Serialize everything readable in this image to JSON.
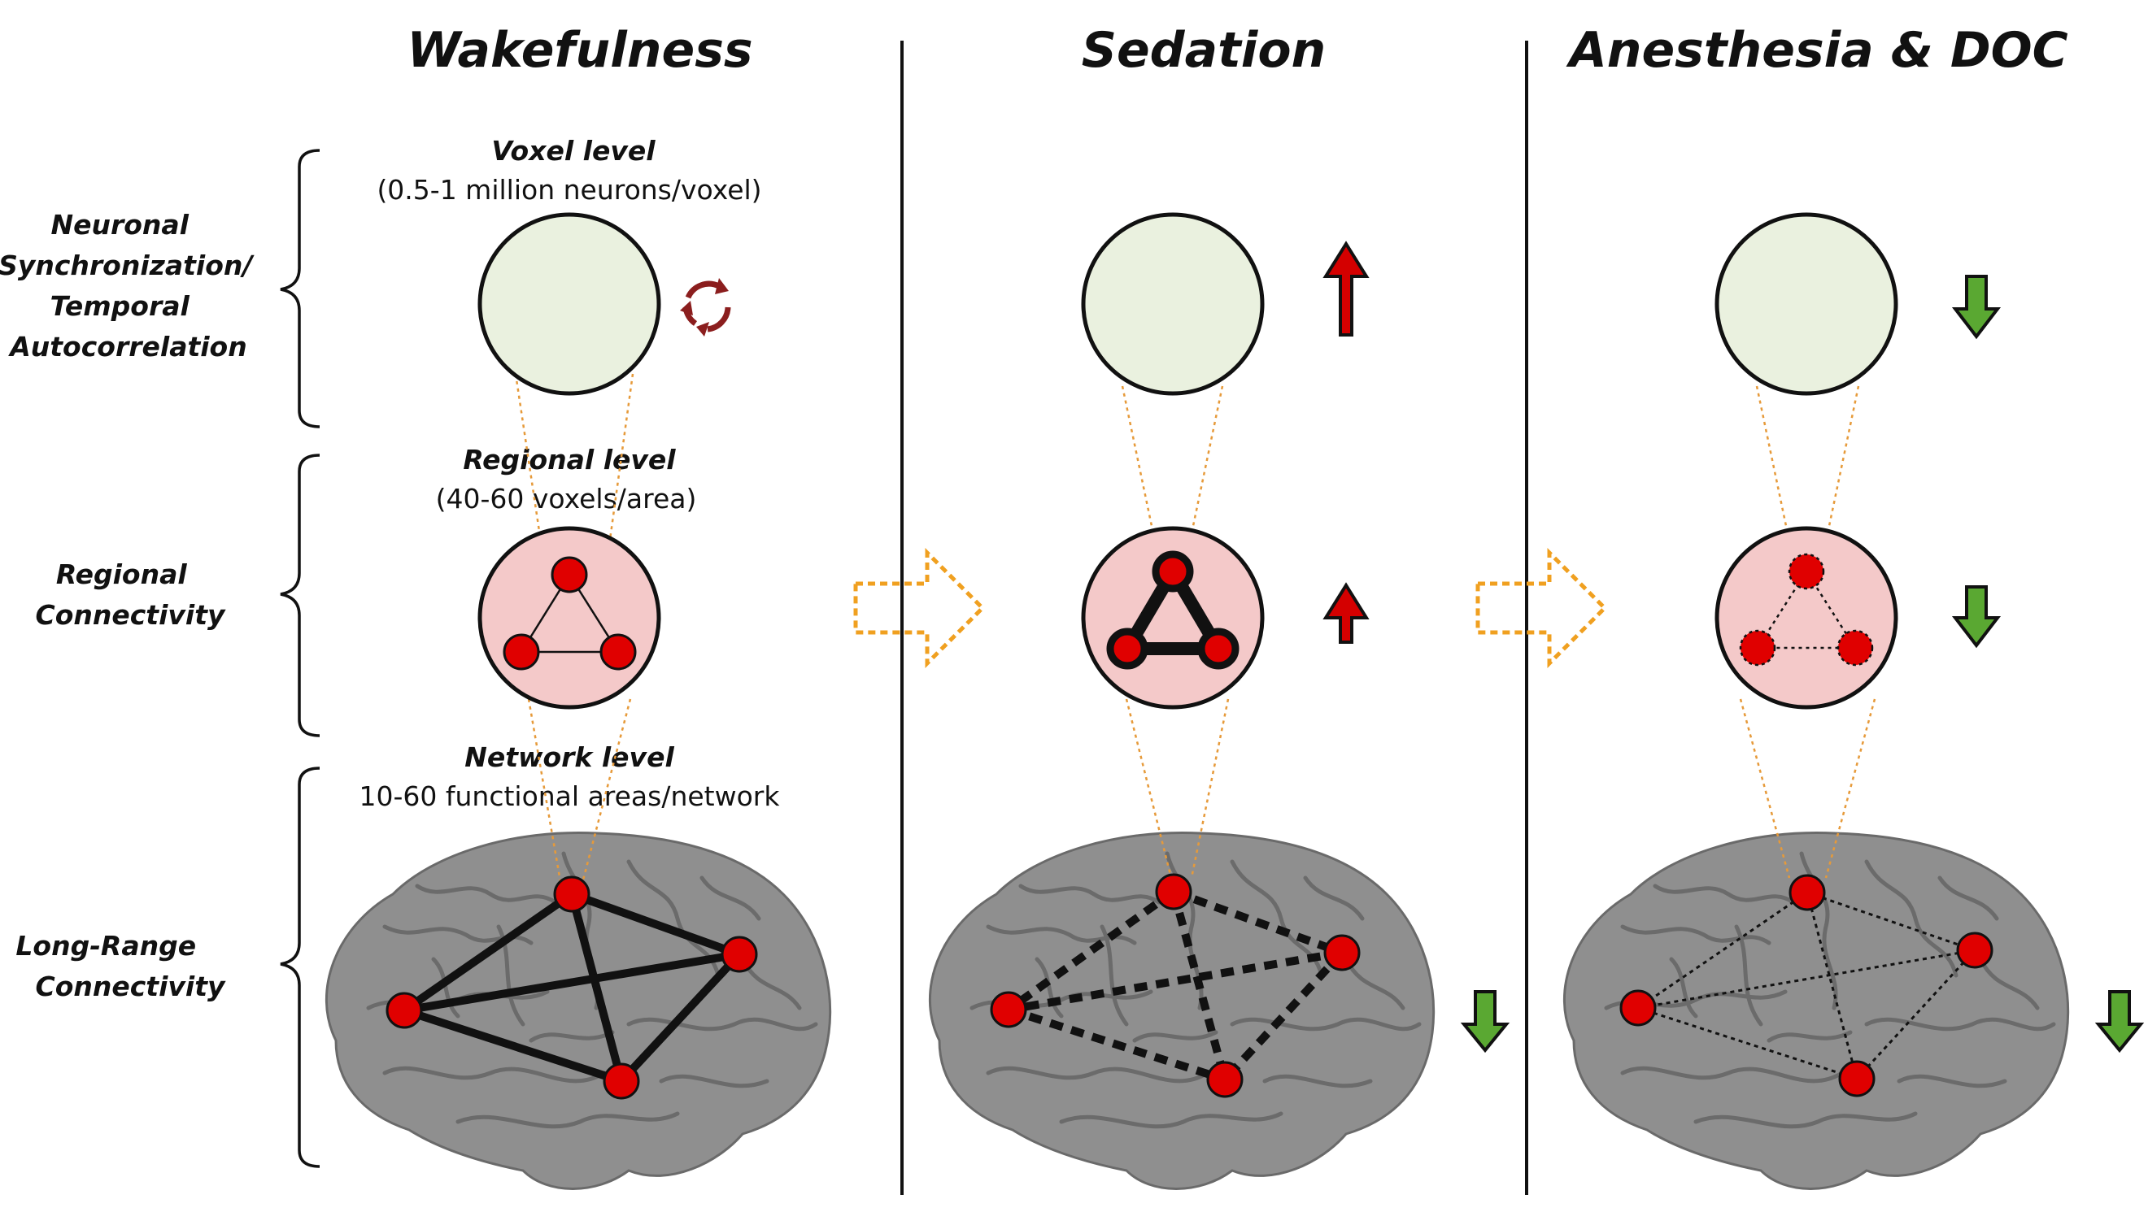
{
  "columns": [
    {
      "title": "Wakefulness"
    },
    {
      "title": "Sedation"
    },
    {
      "title": "Anesthesia & DOC"
    }
  ],
  "row_labels": {
    "neuronal": [
      "Neuronal",
      "Synchronization/",
      "Temporal",
      "Autocorrelation"
    ],
    "regional": [
      "Regional",
      "Connectivity"
    ],
    "long_range": [
      "Long-Range",
      "Connectivity"
    ]
  },
  "levels": {
    "voxel": {
      "title": "Voxel level",
      "subtitle": "(0.5-1 million neurons/voxel)"
    },
    "regional": {
      "title": "Regional level",
      "subtitle": "(40-60 voxels/area)"
    },
    "network": {
      "title": "Network level",
      "subtitle": "10-60 functional areas/network"
    }
  },
  "colors": {
    "voxel_fill": "#eaf1df",
    "region_fill": "#f4c9c9",
    "node": "#e00000",
    "arrow_up": "#d40000",
    "arrow_down": "#5aa832",
    "transition_arrow": "#f0a020",
    "brain": "#8f8f8f",
    "cycle_icon": "#8b1e1e"
  },
  "states": {
    "sedation": {
      "temporal_autocorrelation": "increase",
      "regional_connectivity": "increase",
      "long_range_connectivity": "decrease"
    },
    "anesthesia_doc": {
      "temporal_autocorrelation": "decrease",
      "regional_connectivity": "decrease",
      "long_range_connectivity": "decrease"
    }
  },
  "icons": {
    "cycle": "circular-arrows-icon",
    "up": "arrow-up-icon",
    "down": "arrow-down-icon",
    "transition": "dotted-arrow-right-icon"
  }
}
